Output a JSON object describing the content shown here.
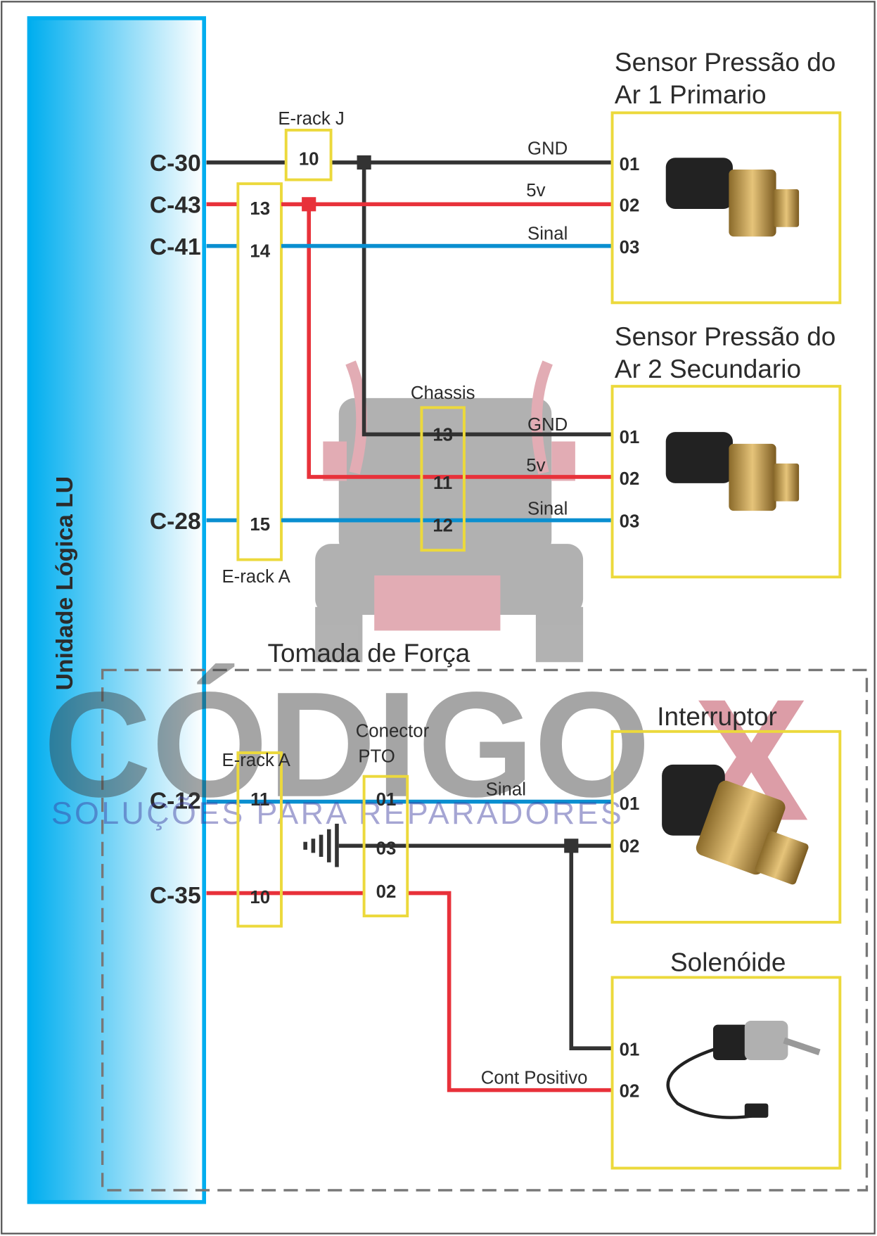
{
  "ecu": {
    "title": "Unidade Lógica LU"
  },
  "ecu_pins": [
    "C-30",
    "C-43",
    "C-41",
    "C-28",
    "C-12",
    "C-35"
  ],
  "connectors": {
    "erack_j": {
      "label": "E-rack J",
      "pins": [
        "10"
      ]
    },
    "erack_a_top": {
      "label": "E-rack A",
      "pins": [
        "13",
        "14",
        "15"
      ]
    },
    "chassis": {
      "label": "Chassis",
      "pins": [
        "13",
        "11",
        "12"
      ]
    },
    "erack_a_bottom": {
      "label": "E-rack A",
      "pins": [
        "11",
        "10"
      ]
    },
    "pto": {
      "label_line1": "Conector",
      "label_line2": "PTO",
      "pins": [
        "01",
        "03",
        "02"
      ]
    }
  },
  "wire_labels": {
    "s1_gnd": "GND",
    "s1_5v": "5v",
    "s1_sinal": "Sinal",
    "s2_gnd": "GND",
    "s2_5v": "5v",
    "s2_sinal": "Sinal",
    "pto_sinal": "Sinal",
    "cont_positivo": "Cont Positivo"
  },
  "components": {
    "sensor1": {
      "title_line1": "Sensor Pressão do",
      "title_line2": "Ar 1 Primario",
      "pins": [
        "01",
        "02",
        "03"
      ]
    },
    "sensor2": {
      "title_line1": "Sensor Pressão do",
      "title_line2": "Ar 2 Secundario",
      "pins": [
        "01",
        "02",
        "03"
      ]
    },
    "interruptor": {
      "title": "Interruptor",
      "pins": [
        "01",
        "02"
      ]
    },
    "solenoide": {
      "title": "Solenóide",
      "pins": [
        "01",
        "02"
      ]
    }
  },
  "section": {
    "title": "Tomada de Força"
  },
  "watermark": {
    "brand": "CÓDIGO",
    "brand_x": "X",
    "tagline": "SOLUÇÕES PARA REPARADORES"
  },
  "colors": {
    "ground": "#333333",
    "power": "#e8313a",
    "signal": "#0a8fd0",
    "connector": "#ecd93c",
    "ecu": "#00aeef"
  }
}
